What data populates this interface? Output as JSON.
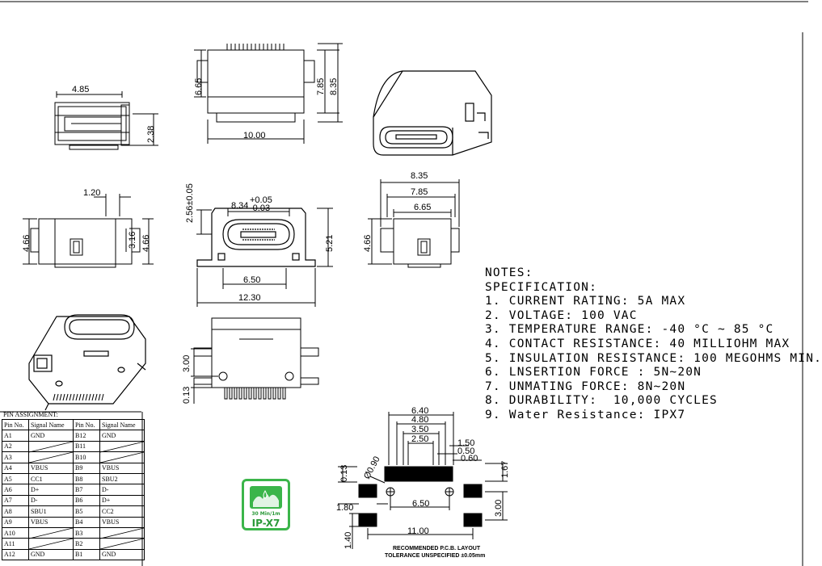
{
  "dims": {
    "side_4_85": "4.85",
    "side_2_38": "2.38",
    "top_6_65": "6.65",
    "top_7_85": "7.85",
    "top_8_35": "8.35",
    "top_10_00": "10.00",
    "side_1_20": "1.20",
    "side_4_66_left": "4.66",
    "side_3_16": "3.16",
    "side_4_66_right": "4.66",
    "front_2_56": "2.56±0.05",
    "front_8_34": "8.34",
    "front_8_34_tol_plus": "+0.05",
    "front_8_34_tol_minus": "-0.03",
    "front_5_21": "5.21",
    "front_6_50": "6.50",
    "front_12_30": "12.30",
    "right_8_35": "8.35",
    "right_7_85": "7.85",
    "right_6_65": "6.65",
    "right_4_66": "4.66",
    "bottom_3_00": "3.00",
    "bottom_0_13": "0.13",
    "pcb_6_40": "6.40",
    "pcb_4_80": "4.80",
    "pcb_3_50": "3.50",
    "pcb_2_50": "2.50",
    "pcb_1_50": "1.50",
    "pcb_0_50": "0.50",
    "pcb_0_60": "0.60",
    "pcb_1_67": "1.67",
    "pcb_0_13": "0.13",
    "pcb_phi": "Ø0.90",
    "pcb_1_80": "1.80",
    "pcb_6_50": "6.50",
    "pcb_3_00": "3.00",
    "pcb_11_00": "11.00",
    "pcb_1_40": "1.40"
  },
  "pcb_caption": {
    "line1": "RECOMMENDED   P.C.B.  LAYOUT",
    "line2": "TOLERANCE  UNSPECIFIED  ±0.05mm"
  },
  "notes": {
    "title": "NOTES:",
    "subtitle": "SPECIFICATION:",
    "items": [
      "1. CURRENT RATING: 5A MAX",
      "2. VOLTAGE: 100 VAC",
      "3. TEMPERATURE RANGE: -40 °C ~ 85 °C",
      "4. CONTACT RESISTANCE: 40 MILLIOHM MAX",
      "5. INSULATION RESISTANCE: 100 MEGOHMS MIN.",
      "6. LNSERTION FORCE : 5N~20N",
      "7. UNMATING FORCE: 8N~20N",
      "8. DURABILITY:  10,000 CYCLES",
      "9. Water Resistance: IPX7"
    ]
  },
  "pin_table": {
    "title": "PIN ASSIGNMENT:",
    "headers": [
      "Pin No.",
      "Signal Name",
      "Pin No.",
      "Signal Name"
    ],
    "rows": [
      [
        "A1",
        "GND",
        "B12",
        "GND"
      ],
      [
        "A2",
        "",
        "B11",
        ""
      ],
      [
        "A3",
        "",
        "B10",
        ""
      ],
      [
        "A4",
        "VBUS",
        "B9",
        "VBUS"
      ],
      [
        "A5",
        "CC1",
        "B8",
        "SBU2"
      ],
      [
        "A6",
        "D+",
        "B7",
        "D-"
      ],
      [
        "A7",
        "D-",
        "B6",
        "D+"
      ],
      [
        "A8",
        "SBU1",
        "B5",
        "CC2"
      ],
      [
        "A9",
        "VBUS",
        "B4",
        "VBUS"
      ],
      [
        "A10",
        "",
        "B3",
        ""
      ],
      [
        "A11",
        "",
        "B2",
        ""
      ],
      [
        "A12",
        "GND",
        "B1",
        "GND"
      ]
    ]
  },
  "badge": {
    "line1": "30 Min/1m",
    "line2": "IP-X7",
    "color": "#3bb54a"
  }
}
